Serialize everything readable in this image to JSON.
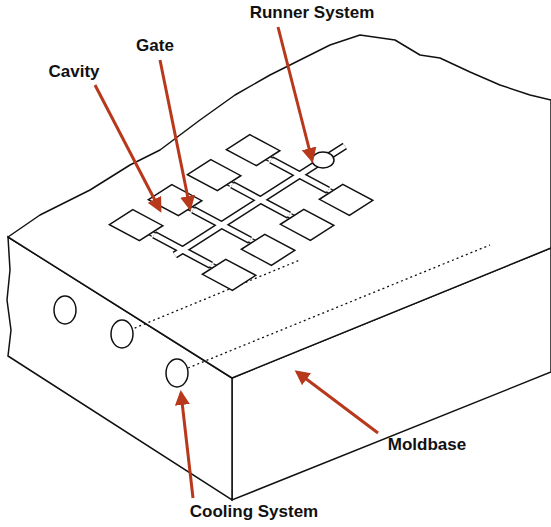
{
  "diagram": {
    "labels": [
      "Runner System",
      "Gate",
      "Cavity",
      "Moldbase",
      "Cooling System"
    ]
  }
}
